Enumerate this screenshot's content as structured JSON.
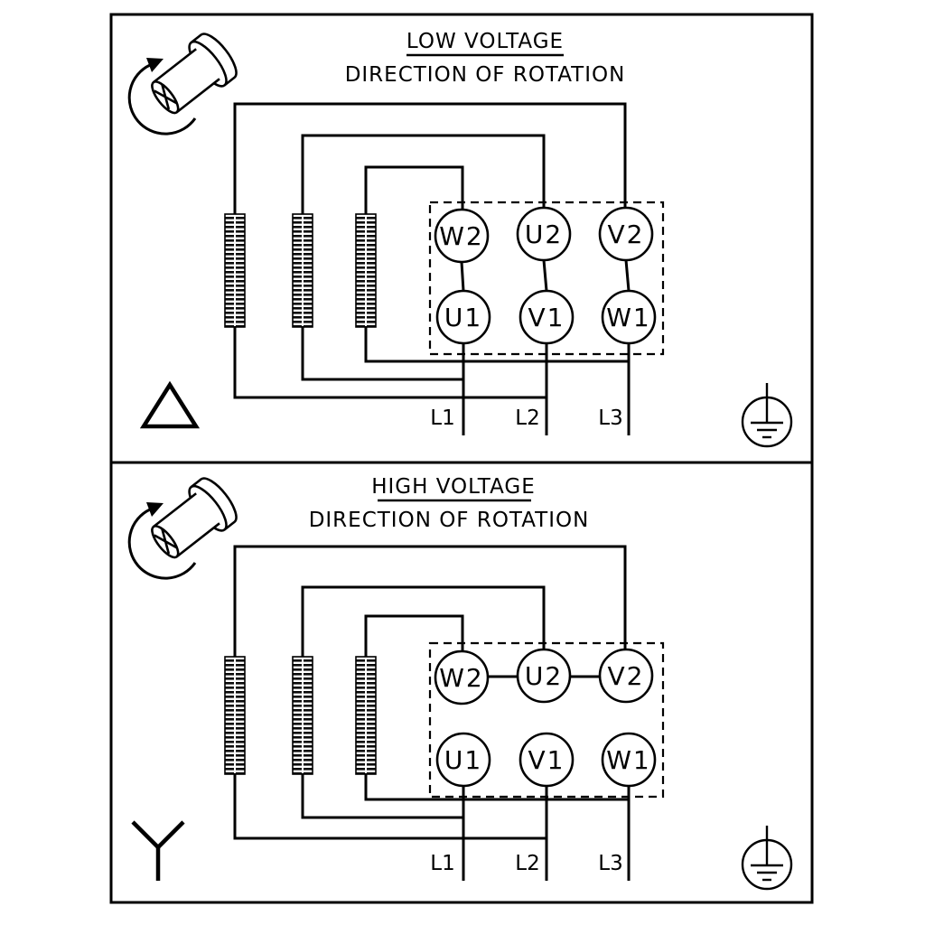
{
  "colors": {
    "ink": "#000000",
    "paper": "#ffffff"
  },
  "icons": {
    "rotation": "pump-rotation-icon",
    "delta": "delta-connection-icon",
    "star": "star-connection-icon",
    "ground": "earth-ground-icon"
  },
  "panels": [
    {
      "title": "LOW VOLTAGE",
      "subtitle": "DIRECTION OF ROTATION",
      "connection": "delta",
      "terminals_top": [
        "W2",
        "U2",
        "V2"
      ],
      "terminals_bottom": [
        "U1",
        "V1",
        "W1"
      ],
      "supply_lines": [
        "L1",
        "L2",
        "L3"
      ]
    },
    {
      "title": "HIGH VOLTAGE",
      "subtitle": "DIRECTION OF ROTATION",
      "connection": "star",
      "terminals_top": [
        "W2",
        "U2",
        "V2"
      ],
      "terminals_bottom": [
        "U1",
        "V1",
        "W1"
      ],
      "supply_lines": [
        "L1",
        "L2",
        "L3"
      ]
    }
  ]
}
